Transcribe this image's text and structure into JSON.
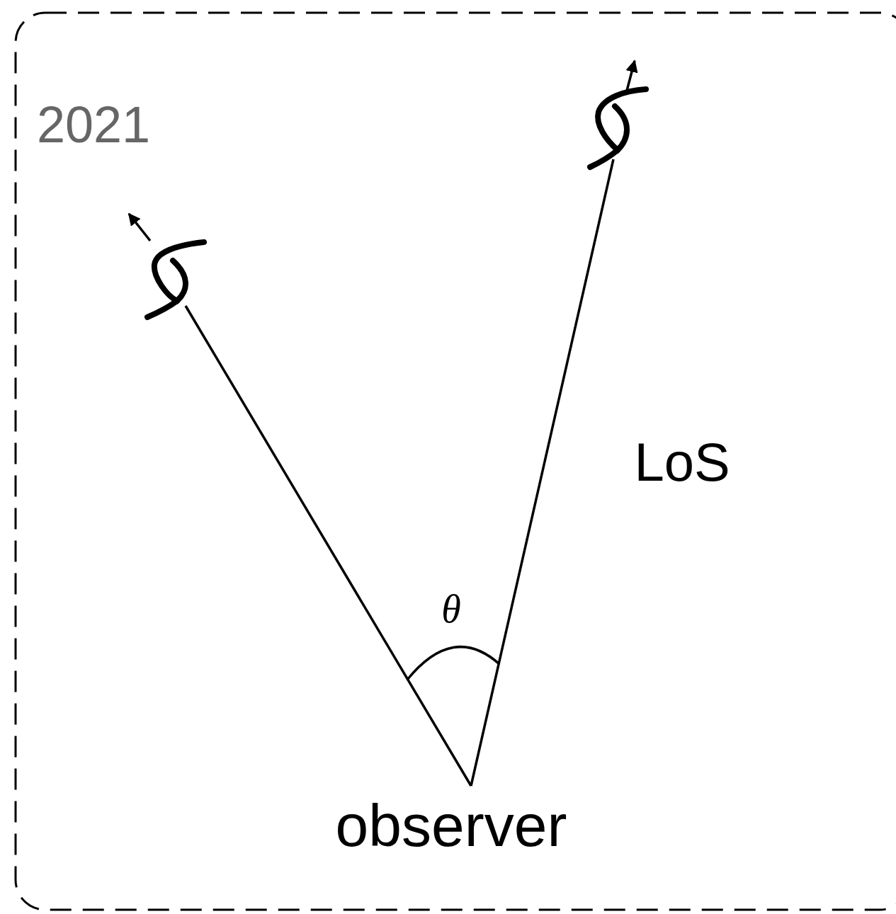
{
  "diagram": {
    "labels": [
      "2021",
      "θ",
      "LoS",
      "observer"
    ]
  }
}
